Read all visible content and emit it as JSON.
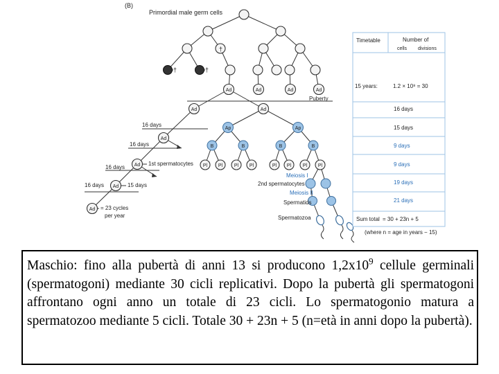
{
  "panel_label": "(B)",
  "diagram": {
    "top_label": "Primordial male germ cells",
    "death_marker": "†",
    "cell_labels": {
      "ad": "Ad",
      "ap": "Ap",
      "b": "B",
      "pl": "Pl"
    },
    "left_labels": {
      "sixteen_days": "16 days",
      "fifteen_days": "15 days",
      "first_spermatocytes": "1st spermatocytes",
      "cycles_per_year_line1": "= 23 cycles",
      "cycles_per_year_line2": "per year"
    },
    "puberty_label": "Puberty",
    "meiosis_1": "Meiosis I",
    "meiosis_2": "Meiosis II",
    "second_spermatocytes": "2nd spermatocytes",
    "spermatids": "Spermatids",
    "spermatozoa": "Spermatozoa"
  },
  "table": {
    "header_timetable": "Timetable",
    "header_number_of": "Number of",
    "header_cells": "cells",
    "header_divisions": "divisions",
    "row_15_years_label": "15 years:",
    "row_15_years_value": "1.2 × 10⁸ = 30",
    "durations": [
      "16 days",
      "15 days",
      "9 days",
      "9 days",
      "19 days",
      "21 days"
    ],
    "sum_label": "Sum total",
    "sum_value": "= 30 + 23n + 5",
    "note": "(where n = age in years − 15)"
  },
  "caption": {
    "part1": "Maschio: fino alla pubertà di anni 13 si producono 1,2x10",
    "superscript": "9",
    "part2": " cellule germinali (spermatogoni) mediante 30 cicli replicativi. Dopo la pubertà gli spermatogoni affrontano ogni anno un totale di 23 cicli. Lo spermatogonio matura a spermatozoo mediante 5 cicli. Totale 30 + 23n + 5 (n=età in anni dopo la pubertà)."
  },
  "colors": {
    "blue_accent": "#2a6fb8",
    "table_border": "#9ec3e6"
  }
}
